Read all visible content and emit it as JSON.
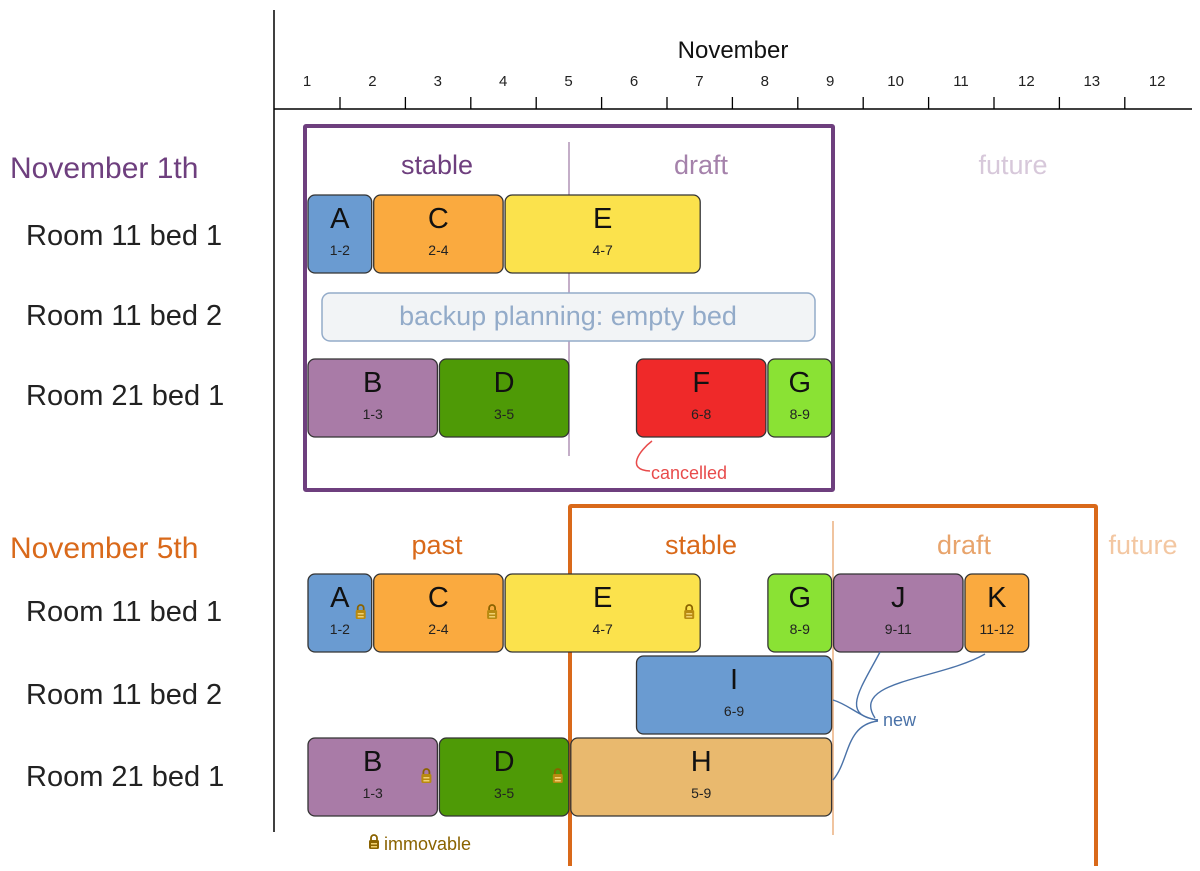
{
  "colors": {
    "nov1": "#6e3f7e",
    "nov5": "#d9691a",
    "stable_nov1": "#6e3f7e",
    "draft_nov1": "#a582ab",
    "future_nov1": "#d7c8da",
    "draft_nov5": "#e8a46c",
    "future_nov5": "#f3c7a2",
    "backup": "#93abc9",
    "cancelled": "#e84b4b",
    "new": "#4a72a8",
    "immovable": "#8a6300"
  },
  "timeline": {
    "month": "November",
    "ticks": [
      "1",
      "2",
      "3",
      "4",
      "5",
      "6",
      "7",
      "8",
      "9",
      "10",
      "11",
      "12",
      "13",
      "12"
    ]
  },
  "sections": [
    {
      "id": "nov1",
      "title": "November 1th",
      "phases": [
        {
          "label": "stable",
          "color": "#6e3f7e"
        },
        {
          "label": "draft",
          "color": "#a582ab"
        },
        {
          "label": "future",
          "color": "#d7c8da"
        }
      ],
      "rows": [
        "Room 11 bed 1",
        "Room 11 bed 2",
        "Room 21 bed 1"
      ],
      "backup_label": "backup planning: empty bed",
      "cancelled_label": "cancelled",
      "blocks": [
        {
          "letter": "A",
          "range": "1-2",
          "row": 0,
          "start": 1,
          "end": 2,
          "color": "#6a9bd1",
          "locked": false
        },
        {
          "letter": "C",
          "range": "2-4",
          "row": 0,
          "start": 2,
          "end": 4,
          "color": "#faaa3f",
          "locked": false
        },
        {
          "letter": "E",
          "range": "4-7",
          "row": 0,
          "start": 4,
          "end": 7,
          "color": "#fbe24c",
          "locked": false
        },
        {
          "letter": "B",
          "range": "1-3",
          "row": 2,
          "start": 1,
          "end": 3,
          "color": "#a97ba7",
          "locked": false
        },
        {
          "letter": "D",
          "range": "3-5",
          "row": 2,
          "start": 3,
          "end": 5,
          "color": "#4e9a06",
          "locked": false
        },
        {
          "letter": "F",
          "range": "6-8",
          "row": 2,
          "start": 6,
          "end": 8,
          "color": "#ef2929",
          "locked": false
        },
        {
          "letter": "G",
          "range": "8-9",
          "row": 2,
          "start": 8,
          "end": 9,
          "color": "#8ae234",
          "locked": false
        }
      ]
    },
    {
      "id": "nov5",
      "title": "November 5th",
      "phases": [
        {
          "label": "past",
          "color": "#d9691a"
        },
        {
          "label": "stable",
          "color": "#d9691a"
        },
        {
          "label": "draft",
          "color": "#e8a46c"
        },
        {
          "label": "future",
          "color": "#f3c7a2"
        }
      ],
      "rows": [
        "Room 11 bed 1",
        "Room 11 bed 2",
        "Room 21 bed 1"
      ],
      "new_label": "new",
      "immovable_label": "immovable",
      "blocks": [
        {
          "letter": "A",
          "range": "1-2",
          "row": 0,
          "start": 1,
          "end": 2,
          "color": "#6a9bd1",
          "locked": true
        },
        {
          "letter": "C",
          "range": "2-4",
          "row": 0,
          "start": 2,
          "end": 4,
          "color": "#faaa3f",
          "locked": true
        },
        {
          "letter": "E",
          "range": "4-7",
          "row": 0,
          "start": 4,
          "end": 7,
          "color": "#fbe24c",
          "locked": true
        },
        {
          "letter": "G",
          "range": "8-9",
          "row": 0,
          "start": 8,
          "end": 9,
          "color": "#8ae234",
          "locked": false
        },
        {
          "letter": "J",
          "range": "9-11",
          "row": 0,
          "start": 9,
          "end": 11,
          "color": "#a97ba7",
          "locked": false
        },
        {
          "letter": "K",
          "range": "11-12",
          "row": 0,
          "start": 11,
          "end": 12,
          "color": "#faaa3f",
          "locked": false
        },
        {
          "letter": "I",
          "range": "6-9",
          "row": 1,
          "start": 6,
          "end": 9,
          "color": "#6a9bd1",
          "locked": false
        },
        {
          "letter": "B",
          "range": "1-3",
          "row": 2,
          "start": 1,
          "end": 3,
          "color": "#a97ba7",
          "locked": true
        },
        {
          "letter": "D",
          "range": "3-5",
          "row": 2,
          "start": 3,
          "end": 5,
          "color": "#4e9a06",
          "locked": true
        },
        {
          "letter": "H",
          "range": "5-9",
          "row": 2,
          "start": 5,
          "end": 9,
          "color": "#e9b96e",
          "locked": false
        }
      ]
    }
  ]
}
